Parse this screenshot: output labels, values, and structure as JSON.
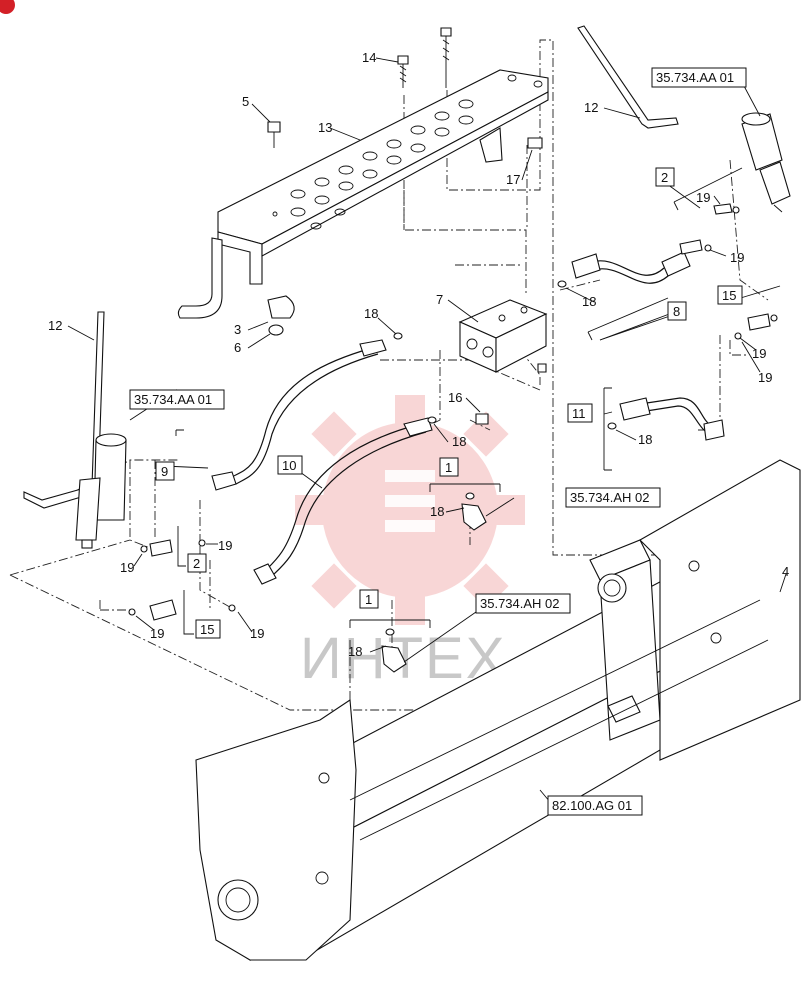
{
  "diagram": {
    "watermark_text": "ИНТЕХ",
    "colors": {
      "line": "#111111",
      "watermark": "#e24a4a",
      "watermark_text": "#c8c8c8",
      "corner_mark": "#d32027"
    },
    "callouts": {
      "c14": "14",
      "c5": "5",
      "c13": "13",
      "c17": "17",
      "c12a": "12",
      "c3": "3",
      "c6": "6",
      "c7": "7",
      "c18a": "18",
      "c12b": "12",
      "c16": "16",
      "c18b": "18",
      "c18c": "18",
      "c18d": "18",
      "c18e": "18",
      "c18f": "18",
      "c19a": "19",
      "c19b": "19",
      "c19c": "19",
      "c19d": "19",
      "c19e": "19",
      "c19f": "19",
      "c19g": "19",
      "c19h": "19",
      "c4": "4"
    },
    "refs": {
      "r_aa1": "35.734.AA 01",
      "r_aa2": "35.734.AA 01",
      "r_ah1": "35.734.AH 02",
      "r_ah2": "35.734.AH 02",
      "r_ag": "82.100.AG 01"
    },
    "boxed": {
      "b2a": "2",
      "b8": "8",
      "b15a": "15",
      "b11": "11",
      "b9": "9",
      "b10": "10",
      "b1a": "1",
      "b2b": "2",
      "b15b": "15",
      "b1b": "1"
    }
  }
}
